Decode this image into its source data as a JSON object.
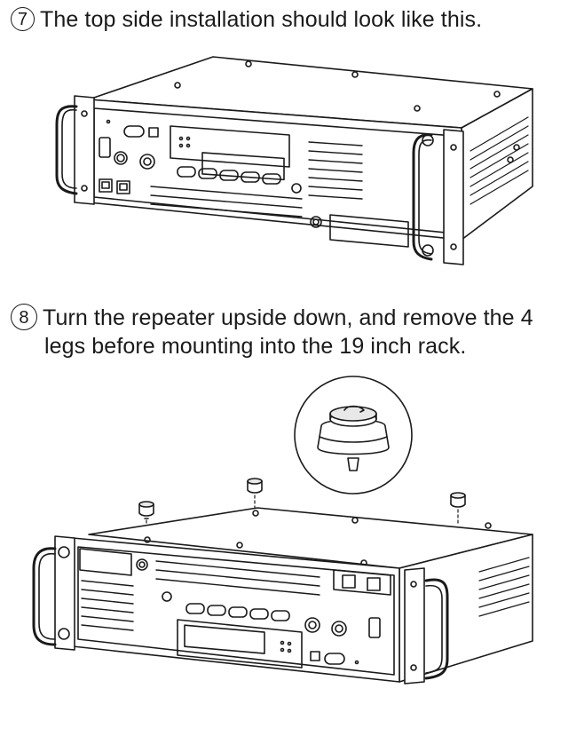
{
  "steps": [
    {
      "number": "7",
      "lines": [
        "The top side installation should look like this."
      ]
    },
    {
      "number": "8",
      "lines": [
        "Turn the repeater upside down, and remove the 4",
        "legs before mounting into the 19 inch rack."
      ]
    }
  ],
  "colors": {
    "line": "#1a1a1a",
    "paper": "#ffffff",
    "shade": "#e8e8e8"
  }
}
